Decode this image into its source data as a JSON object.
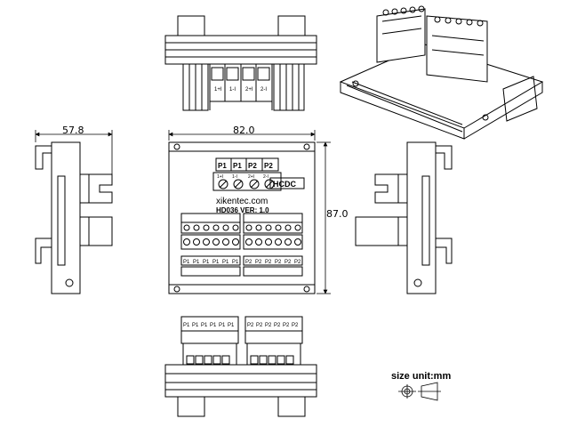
{
  "dimensions": {
    "width": "82.0",
    "height": "87.0",
    "depth": "57.8"
  },
  "size_unit_label": "size unit:mm",
  "front_view": {
    "top_labels": [
      "P1",
      "P1",
      "P2",
      "P2"
    ],
    "small_labels": [
      "1+I",
      "1-I",
      "2+I",
      "2-I"
    ],
    "logo": "HCDC",
    "website": "xikentec.com",
    "model_line": "HD036  VER: 1.0",
    "bottom_left_labels": [
      "P1",
      "P1",
      "P1",
      "P1",
      "P1",
      "P1"
    ],
    "bottom_right_labels": [
      "P2",
      "P2",
      "P2",
      "P2",
      "P2",
      "P2"
    ]
  },
  "bottom_view": {
    "left_labels": [
      "P1",
      "P1",
      "P1",
      "P1",
      "P1",
      "P1"
    ],
    "right_labels": [
      "P2",
      "P2",
      "P2",
      "P2",
      "P2",
      "P2"
    ]
  },
  "top_view": {
    "labels": [
      "1+I",
      "1-I",
      "2+I",
      "2-I"
    ]
  }
}
